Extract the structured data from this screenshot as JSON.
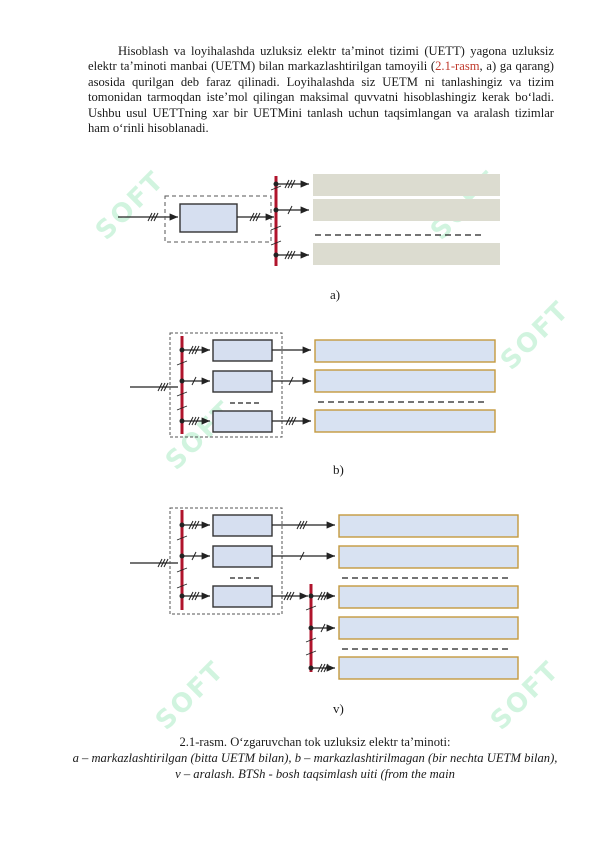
{
  "paragraph": {
    "part1": "Hisoblash va loyihalashda uzluksiz elektr ta’minot tizimi (UETT) yagona uzluksiz elektr ta’minoti manbai (UETM) bilan markazlashtirilgan tamoyili (",
    "ref": "2.1-rasm",
    "part2": ", a) ga qarang) asosida qurilgan deb faraz qilinadi. Loyihalashda siz UETM ni tanlashingiz va tizim tomonidan tarmoqdan iste’mol qilingan maksimal quvvatni hisoblashingiz kerak bo‘ladi. Ushbu usul UETTning xar bir UETMini tanlash uchun taqsimlangan va aralash tizimlar ham o‘rinli hisoblanadi."
  },
  "figure_labels": {
    "a": "a)",
    "b": "b)",
    "v": "v)"
  },
  "caption": {
    "line1": "2.1-rasm. O‘zgaruvchan tok uzluksiz elektr ta’minoti:",
    "line2": "a – markazlashtirilgan (bitta UETM bilan), b – markazlashtirilmagan (bir nechta UETM bilan), v – aralash. BTSh - bosh taqsimlash uiti (from the main"
  },
  "watermark": {
    "text": "SOFT"
  },
  "colors": {
    "bus": "#b0142c",
    "ups_fill": "#d6dff0",
    "load_fill_gray": "#dcdcd0",
    "load_border_blue": "#c49a3e",
    "load_fill_blue": "#d8e2f2",
    "watermark": "#7ee0a6"
  }
}
